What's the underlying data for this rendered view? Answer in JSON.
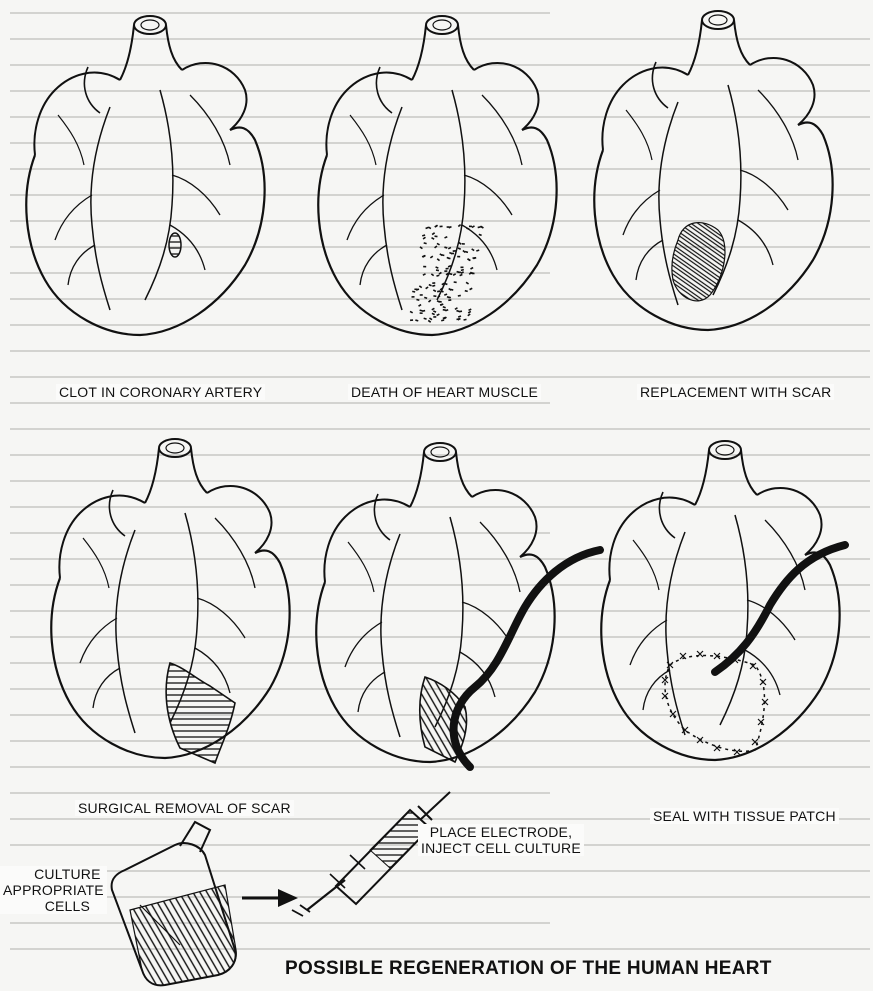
{
  "panels": [
    {
      "id": "clot",
      "caption": "CLOT IN CORONARY ARTERY"
    },
    {
      "id": "death",
      "caption": "DEATH OF HEART MUSCLE"
    },
    {
      "id": "scar",
      "caption": "REPLACEMENT WITH SCAR"
    },
    {
      "id": "removal",
      "caption": "SURGICAL REMOVAL OF SCAR"
    },
    {
      "id": "electrode",
      "caption_line1": "PLACE ELECTRODE,",
      "caption_line2": "INJECT CELL CULTURE"
    },
    {
      "id": "patch",
      "caption": "SEAL WITH TISSUE PATCH"
    }
  ],
  "culture": {
    "line1": "CULTURE",
    "line2": "APPROPRIATE",
    "line3": "CELLS"
  },
  "title": "POSSIBLE REGENERATION OF THE HUMAN HEART"
}
